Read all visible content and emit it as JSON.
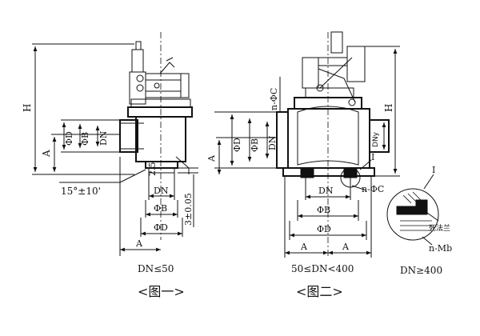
{
  "fig1": {
    "H": "H",
    "A_vertical": "A",
    "phiD": "ΦD",
    "phiB": "ΦB",
    "DN": "DN",
    "gap": "2.5",
    "angle": "15°±10'",
    "DN_bottom": "DN",
    "phiB_bottom": "ΦB",
    "phiD_bottom": "ΦD",
    "thickness": "3±0.05",
    "A_horizontal": "A",
    "range": "DN≤50",
    "caption": "<图一>"
  },
  "fig2": {
    "nphiC_top": "n-ΦC",
    "phiD": "ΦD",
    "phiB": "ΦB",
    "DN": "DN",
    "H": "H",
    "A_vertical": "A",
    "DNy": "DNy",
    "I": "I",
    "DN_bottom": "DN",
    "nphiC_bottom": "n-ΦC",
    "phiB_bottom": "ΦB",
    "phiD_bottom": "ΦD",
    "A_left": "A",
    "A_right": "A",
    "range": "50≤DN<400",
    "caption": "<图二>"
  },
  "detail": {
    "I": "I",
    "flange_label": "死法兰",
    "nMb": "n-Mb",
    "range": "DN≥400"
  }
}
